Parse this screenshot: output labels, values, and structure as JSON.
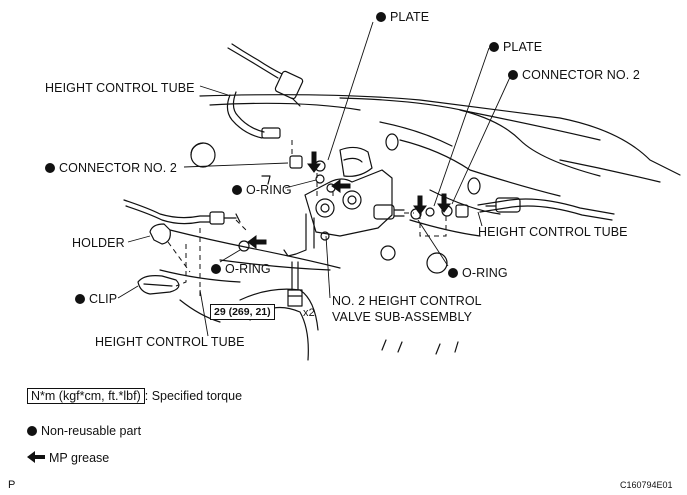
{
  "labels": {
    "plate_top": "PLATE",
    "plate_right": "PLATE",
    "connector_right": "CONNECTOR NO. 2",
    "height_tube_top": "HEIGHT CONTROL TUBE",
    "connector_left": "CONNECTOR NO. 2",
    "oring_center": "O-RING",
    "height_tube_right": "HEIGHT CONTROL TUBE",
    "holder": "HOLDER",
    "oring_lower": "O-RING",
    "oring_right": "O-RING",
    "clip": "CLIP",
    "valve_line1": "NO. 2 HEIGHT CONTROL",
    "valve_line2": "VALVE SUB-ASSEMBLY",
    "height_tube_bottom": "HEIGHT CONTROL TUBE"
  },
  "torque": {
    "value": "29 (269, 21)",
    "quantity": "x2"
  },
  "legend": {
    "torque_units": "N*m (kgf*cm, ft.*lbf)",
    "torque_desc": ": Specified torque",
    "non_reusable": "Non-reusable part",
    "grease": "MP grease"
  },
  "footer": {
    "left_mark": "P",
    "figure_code": "C160794E01"
  }
}
